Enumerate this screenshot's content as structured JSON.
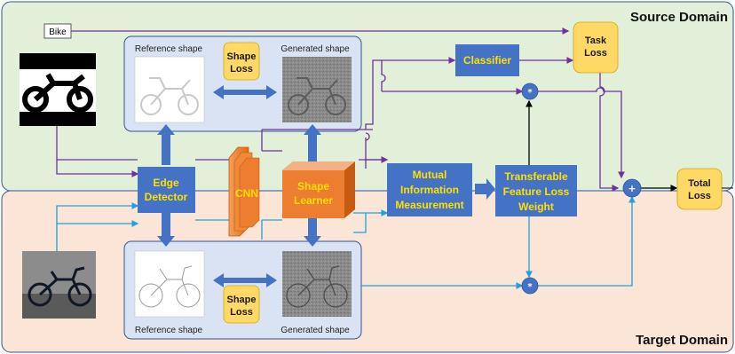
{
  "domains": {
    "source": "Source Domain",
    "target": "Target Domain"
  },
  "input_label": "Bike",
  "source_panel": {
    "reference_label": "Reference shape",
    "generated_label": "Generated shape",
    "loss_label": [
      "Shape",
      "Loss"
    ]
  },
  "target_panel": {
    "reference_label": "Reference shape",
    "generated_label": "Generated shape",
    "loss_label": [
      "Shape",
      "Loss"
    ]
  },
  "edge_detector": [
    "Edge",
    "Detector"
  ],
  "cnn": "CNN",
  "shape_learner": [
    "Shape",
    "Learner"
  ],
  "mutual_info": [
    "Mutual",
    "Information",
    "Measurement"
  ],
  "transferable": [
    "Transferable",
    "Feature Loss",
    "Weight"
  ],
  "classifier": "Classifier",
  "task_loss": [
    "Task",
    "Loss"
  ],
  "total_loss": [
    "Total",
    "Loss"
  ],
  "operators": {
    "multiply": "*",
    "sum": "+"
  },
  "colors": {
    "source_bg": "#e2efd9",
    "target_bg": "#fbe5d6",
    "panel_bg": "#dae3f3",
    "block_blue": "#4472c4",
    "block_orange": "#ed7d31",
    "loss_yellow": "#ffd966",
    "source_line": "#7030a0",
    "target_line": "#1fa0e0",
    "text_yellow": "#ffe000"
  }
}
